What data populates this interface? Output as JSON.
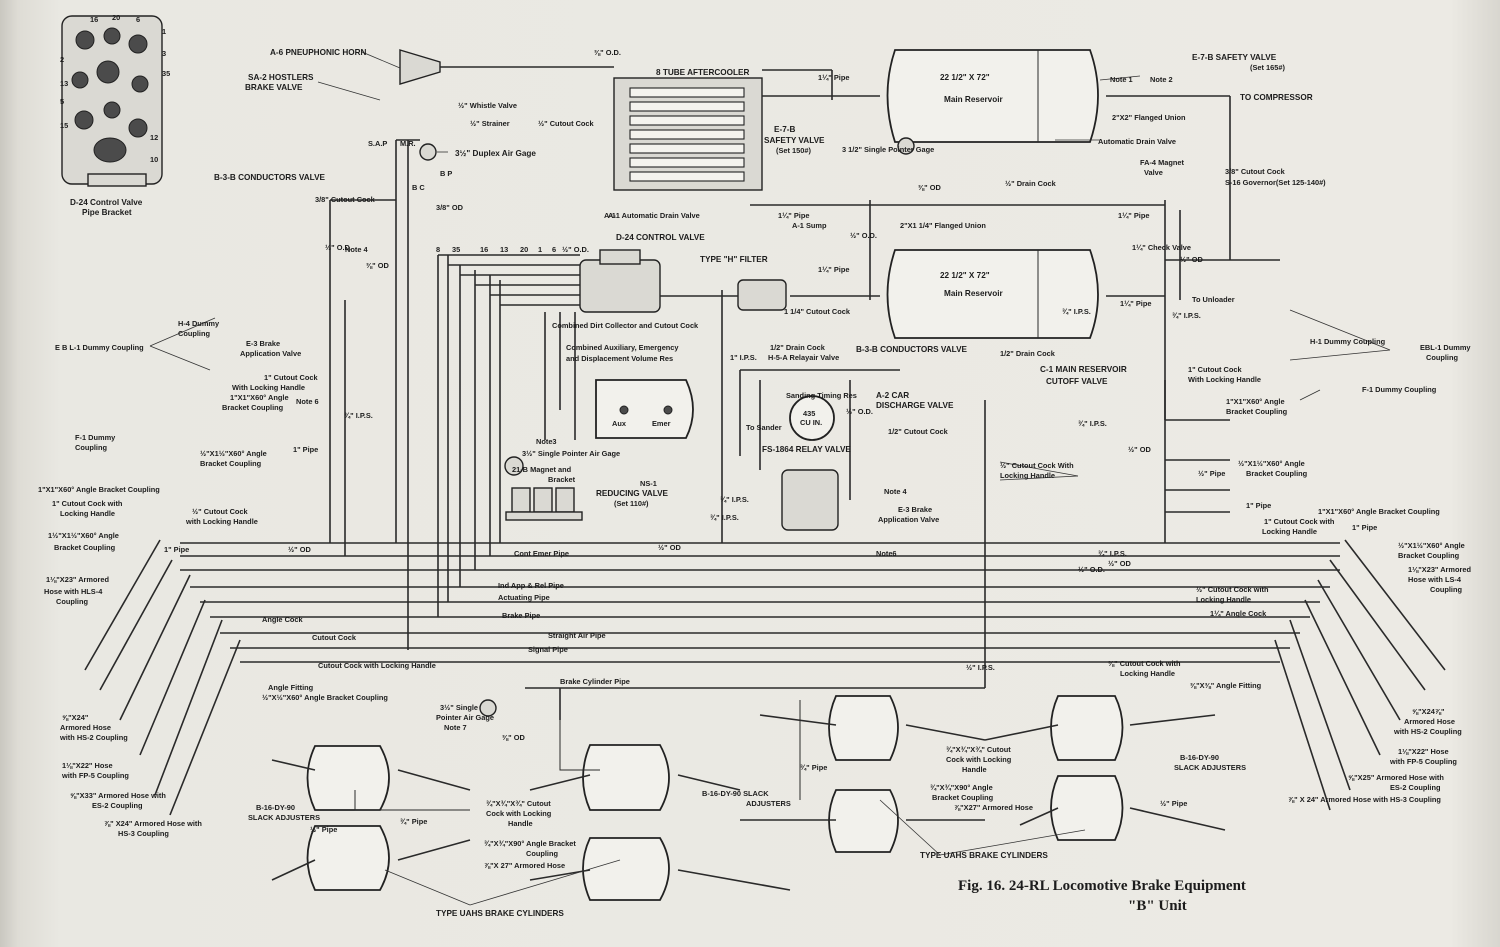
{
  "caption": {
    "line1": "Fig. 16.   24-RL Locomotive Brake Equipment",
    "line2": "\"B\" Unit"
  },
  "bracket": {
    "title1": "D-24 Control Valve",
    "title2": "Pipe Bracket",
    "ports": [
      "16",
      "20",
      "6",
      "1",
      "3",
      "35",
      "2",
      "13",
      "5",
      "15",
      "12",
      "10"
    ]
  },
  "labels": {
    "horn": "A-6 PNEUPHONIC HORN",
    "hostler1": "SA-2 HOSTLERS",
    "hostler2": "BRAKE VALVE",
    "conductors1": "B-3-B CONDUCTORS VALVE",
    "conductors2": "B-3-B CONDUCTORS VALVE",
    "aftercooler": "8 TUBE AFTERCOOLER",
    "whistle": "½\" Whistle Valve",
    "strainer": "½\" Strainer",
    "cutout_half": "½\" Cutout Cock",
    "od_top": "⅜\" O.D.",
    "pipe_114_top": "1¼\" Pipe",
    "duplex": "3½\" Duplex Air Gage",
    "sap": "S.A.P",
    "mr": "M.R.",
    "bp_top": "B P",
    "bc": "B C",
    "cutout_38": "3/8\" Cutout Cock",
    "od38": "3/8\" OD",
    "note4a": "Note 4",
    "od12a": "½\" O.D.",
    "od38b": "⅜\" OD",
    "reservoir_size1": "22 1/2\" X 72\"",
    "main_res1": "Main Reservoir",
    "reservoir_size2": "22 1/2\" X 72\"",
    "main_res2": "Main Reservoir",
    "e7b_top": "E-7-B SAFETY VALVE",
    "e7b_top_set": "(Set 165#)",
    "note1": "Note 1",
    "note2": "Note 2",
    "to_compressor": "TO COMPRESSOR",
    "flanged_union_2x2": "2\"X2\" Flanged Union",
    "auto_drain": "Automatic Drain Valve",
    "e7b_mid1": "E-7-B",
    "e7b_mid2": "SAFETY VALVE",
    "e7b_mid3": "(Set 150#)",
    "pointer_gage": "3 1/2\"  Single Pointer Gage",
    "od38c": "⅜\" OD",
    "drain_cock_half": "½\" Drain Cock",
    "fa4_1": "FA-4 Magnet",
    "fa4_2": "Valve",
    "s16_1": "3/8\" Cutout Cock",
    "s16_2": "S-16 Governor(Set 125-140#)",
    "a1_drain": "A-1  Automatic Drain Valve",
    "pipe_114b": "1¼\" Pipe",
    "a1_sump": "A-1 Sump",
    "od12b": "½\" O.D.",
    "flanged_union_2x114": "2\"X1 1/4\" Flanged Union",
    "pipe_114c": "1¼\" Pipe",
    "check_valve": "1¼\" Check Valve",
    "od12c": "½\" OD",
    "d24": "D-24 CONTROL VALVE",
    "a1": "A-1",
    "h_filter": "TYPE \"H\" FILTER",
    "pipe_114d": "1¼\" Pipe",
    "ports_row": [
      "8",
      "35",
      "16",
      "13",
      "20",
      "1",
      "6",
      "½\" O.D."
    ],
    "cutout_114": "1 1/4\" Cutout Cock",
    "combined_dirt": "Combined Dirt Collector and Cutout Cock",
    "to_unloader": "To Unloader",
    "pipe_114e": "1¼\" Pipe",
    "ips_34a": "¾\" I.P.S.",
    "drain_cock_12b": "1/2\" Drain Cock",
    "drain_cock_12c": "1/2\" Drain Cock",
    "c1_1": "C-1 MAIN RESERVOIR",
    "c1_2": "CUTOFF  VALVE",
    "combined_aux1": "Combined Auxiliary, Emergency",
    "combined_aux2": "and Displacement Volume Res",
    "ips_1": "1\" I.P.S.",
    "h5": "H-5-A Relayair Valve",
    "sanding": "Sanding Timing Res",
    "cu_in1": "435",
    "cu_in2": "CU IN.",
    "od12d": "½\" O.D.",
    "a2_1": "A-2 CAR",
    "a2_2": "DISCHARGE VALVE",
    "cutout_half_cock": "1/2\" Cutout Cock",
    "aux": "Aux",
    "emer": "Emer",
    "note3": "Note3",
    "single_ptr_gage": "3½\" Single Pointer Air Gage",
    "to_sander": "To Sander",
    "fs1864": "FS-1864 RELAY VALVE",
    "e3_left1": "E-3 Brake",
    "e3_left2": "Application Valve",
    "cutout_1_lock1": "1\" Cutout Cock",
    "cutout_1_lock2": "With Locking Handle",
    "bracket_1x1_1": "1\"X1\"X60° Angle",
    "bracket_1x1_2": "Bracket Coupling",
    "note6a": "Note 6",
    "ips_34b": "¾\" I.P.S.",
    "h4_left1": "H-4 Dummy",
    "h4_left2": "Coupling",
    "ebl_left": "E B L-1 Dummy Coupling",
    "od12_left": "½\" O.D.",
    "note4b": "Note 4",
    "od38_left": "⅜\" OD",
    "pipe_1": "1\" Pipe",
    "angle_12_1": "½\"X1½\"X60° Angle",
    "angle_12_2": "Bracket Coupling",
    "f1_left1": "F-1 Dummy",
    "f1_left2": "Coupling",
    "angle_1x1_left": "1\"X1\"X60° Angle Bracket Coupling",
    "cutout_1_lock_left1": "1\" Cutout Cock with",
    "cutout_1_lock_left2": "Locking Handle",
    "cutout_half_lock1": "½\" Cutout Cock",
    "cutout_half_lock2": "with Locking Handle",
    "angle_left_1": "1½\"X1½\"X60° Angle",
    "angle_left_2": "Bracket Coupling",
    "pipe_1b": "1\" Pipe",
    "armored_1x23_1": "1⅛\"X23\" Armored",
    "armored_1x23_2": "Hose with HLS-4",
    "armored_1x23_3": "Coupling",
    "od12_e": "½\" OD",
    "cont_emer": "Cont Emer Pipe",
    "ind_app": "Ind App & Rel Pipe",
    "actuating": "Actuating Pipe",
    "brake_pipe": "Brake Pipe",
    "straight_air": "Straight Air Pipe",
    "signal_pipe": "Signal Pipe",
    "brake_cyl_pipe": "Brake Cylinder Pipe",
    "angle_cock": "Angle Cock",
    "cutout_cock": "Cutout Cock",
    "cutout_lock_handle": "Cutout Cock with Locking Handle",
    "angle_fitting": "Angle Fitting",
    "angle_bracket_half": "½\"X½\"X60° Angle Bracket Coupling",
    "armored_24_1": "⅝\"X24\"",
    "armored_24_2": "Armored Hose",
    "armored_24_3": "with HS-2 Coupling",
    "hose_22_1": "1⅛\"X22\" Hose",
    "hose_22_2": "with FP-5 Coupling",
    "armored_33_1": "⅝\"X33\" Armored Hose with",
    "armored_33_2": "ES-2 Coupling",
    "armored_hs3_1": "⅞\" X24\" Armored Hose with",
    "armored_hs3_2": "HS-3 Coupling",
    "reducing1": "NS-1",
    "reducing2": "REDUCING VALVE",
    "reducing3": "(Set 110#)",
    "magnet1": "21-B Magnet and",
    "magnet2": "Bracket",
    "od12_f": "½\" OD",
    "ips_34c": "¾\" I.P.S.",
    "ips_34d": "¾\" I.P.S.",
    "note4c": "Note 4",
    "e3_right1": "E-3 Brake",
    "e3_right2": "Application Valve",
    "note6b": "Note6",
    "ips_12": "½\" I.P.S.",
    "single_ptr2_1": "3½\" Single",
    "single_ptr2_2": "Pointer Air Gage",
    "note7": "Note 7",
    "od38_g": "⅜\" OD",
    "slack_left1": "B-16-DY-90",
    "slack_left2": "SLACK ADJUSTERS",
    "pipe_12_1": "½\" Pipe",
    "pipe_34_1": "¾\" Pipe",
    "cutout_lock_34_1": "¾\"X¾\"X¾\" Cutout",
    "cutout_lock_34_2": "Cock with Locking",
    "cutout_lock_34_3": "Handle",
    "angle_90_1": "¾\"X¾\"X90° Angle Bracket",
    "angle_90_2": "Coupling",
    "armored_27": "⅞\"X 27\" Armored Hose",
    "slack_mid1": "B-16-DY-90 SLACK",
    "slack_mid2": "ADJUSTERS",
    "cyl_left": "TYPE UAHS BRAKE CYLINDERS",
    "cyl_right": "TYPE UAHS BRAKE CYLINDERS",
    "slack_right1": "B-16-DY-90",
    "slack_right2": "SLACK ADJUSTERS",
    "pipe_34_r": "¾\" Pipe",
    "pipe_12_r": "½\" Pipe",
    "cutout_lock_r1": "¾\"X¾\"X¾\" Cutout",
    "cutout_lock_r2": "Cock with Locking",
    "cutout_lock_r3": "Handle",
    "angle_r1": "¾\"X¾\"X90° Angle",
    "angle_r2": "Bracket Coupling",
    "armored_27_r": "⅞\"X27\" Armored Hose",
    "ebl_right1": "EBL-1 Dummy",
    "ebl_right2": "Coupling",
    "h1_right": "H-1 Dummy Coupling",
    "f1_right": "F-1 Dummy Coupling",
    "cutout_1_lock_r1": "1\" Cutout Cock",
    "cutout_1_lock_r2": "With Locking Handle",
    "bracket_r1": "1\"X1\"X60° Angle",
    "bracket_r2": "Bracket Coupling",
    "ips_34e": "¾\" I.P.S.",
    "od12_g": "½\" OD",
    "cutout_lock_half_r1": "½\" Cutout Cock With",
    "cutout_lock_half_r2": "Locking Handle",
    "pipe_12_r2": "½\" Pipe",
    "angle_r3_1": "½\"X1½\"X60° Angle",
    "angle_r3_2": "Bracket Coupling",
    "pipe_r3": "1\" Pipe",
    "angle_1x1_r": "1\"X1\"X60° Angle Bracket Coupling",
    "cutout_lock_r4_1": "1\" Cutout Cock with",
    "cutout_lock_r4_2": "Locking Handle",
    "pipe_1r": "1\" Pipe",
    "od12_r": "½\" O.D.",
    "ips_34f": "¾\" I.P.S.",
    "cutout_half_r1": "½\" Cutout Cock with",
    "cutout_half_r2": "Locking Handle",
    "angle_cock_r": "1¼\" Angle Cock",
    "angle_r5_1": "½\"X1½\"X60° Angle",
    "angle_r5_2": "Bracket Coupling",
    "armored_r1": "1⅛\"X23\" Armored",
    "armored_r2": "Hose with LS-4",
    "armored_r3": "Coupling",
    "cutout_lock_r6_1": "⅜\" Cutout Cock with",
    "cutout_lock_r6_2": "Locking Handle",
    "angle_fitting_r": "⅜\"X⅜\" Angle Fitting",
    "armored_r24_1": "⅝\"X24⅞\"",
    "armored_r24_2": "Armored Hose",
    "armored_r24_3": "with HS-2 Coupling",
    "hose_r22_1": "1⅛\"X22\" Hose",
    "hose_r22_2": "with FP-5 Coupling",
    "armored_r25_1": "⅝\"X25\" Armored Hose with",
    "armored_r25_2": "ES-2 Coupling",
    "armored_r_hs3": "⅞\" X 24\" Armored Hose with HS-3 Coupling",
    "ips_34g": "¾\" I.P.S.",
    "od12_h": "½\" OD"
  }
}
